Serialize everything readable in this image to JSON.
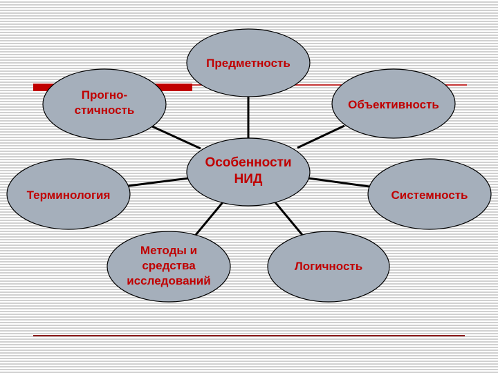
{
  "colors": {
    "node_fill": "#a5afbb",
    "node_stroke": "#000000",
    "label_text": "#c00000",
    "connector": "#000000",
    "accent_bar": "#c00000",
    "rule_line": "#8b1a1a"
  },
  "diagram": {
    "center": {
      "id": "center",
      "label": "Особенности\nНИД"
    },
    "nodes": [
      {
        "id": "predmetnost",
        "label": "Предметность"
      },
      {
        "id": "prognostichnost",
        "label": "Прогно-\nстичность"
      },
      {
        "id": "obektivnost",
        "label": "Объективность"
      },
      {
        "id": "terminologiya",
        "label": "Терминология"
      },
      {
        "id": "sistemnost",
        "label": "Системность"
      },
      {
        "id": "metody",
        "label": "Методы и\nсредства\nисследований"
      },
      {
        "id": "logichnost",
        "label": "Логичность"
      }
    ]
  }
}
